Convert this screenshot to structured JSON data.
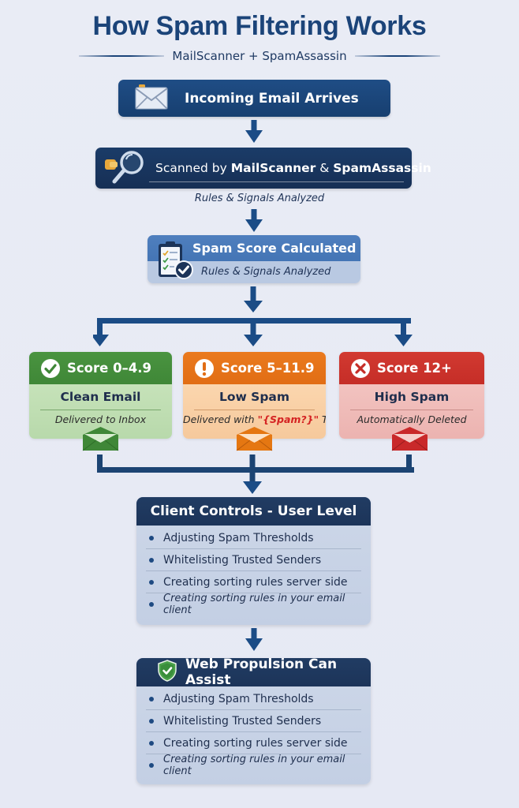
{
  "header": {
    "title": "How Spam Filtering Works",
    "subtitle": "MailScanner + SpamAssassin"
  },
  "steps": {
    "incoming": {
      "label": "Incoming Email Arrives",
      "icon": "envelope-icon"
    },
    "scanned": {
      "prefix": "Scanned by ",
      "product1": "MailScanner",
      "joiner": " & ",
      "product2": "SpamAssassin",
      "icon": "magnifier-icon",
      "caption": "Rules & Signals Analyzed"
    },
    "score": {
      "title": "Spam Score Calculated",
      "subtitle": "Rules & Signals Analyzed",
      "icon": "clipboard-check-icon"
    }
  },
  "outcomes": [
    {
      "score": "Score 0–4.9",
      "name": "Clean Email",
      "desc": "Delivered to Inbox",
      "icon": "check-circle-icon",
      "color": "#3f8737"
    },
    {
      "score": "Score 5–11.9",
      "name": "Low Spam",
      "desc_prefix": "Delivered with ",
      "desc_tag": "\"{Spam?}\"",
      "desc_suffix": " Tag",
      "icon": "exclamation-circle-icon",
      "color": "#e16d14"
    },
    {
      "score": "Score 12+",
      "name": "High Spam",
      "desc": "Automatically Deleted",
      "icon": "x-circle-icon",
      "color": "#c52d27"
    }
  ],
  "client_controls": {
    "title": "Client Controls - User Level",
    "items": [
      "Adjusting Spam Thresholds",
      "Whitelisting Trusted Senders",
      "Creating sorting rules server side",
      "Creating sorting rules in your email client"
    ]
  },
  "web_propulsion": {
    "title": "Web Propulsion Can Assist",
    "icon": "shield-check-icon",
    "items": [
      "Adjusting Spam Thresholds",
      "Whitelisting Trusted Senders",
      "Creating sorting rules server side",
      "Creating sorting rules in your email client"
    ]
  },
  "colors": {
    "primary_navy": "#1b4479",
    "dark_navy": "#1c3459",
    "score_blue": "#4475b5",
    "green": "#3f8737",
    "orange": "#e16d14",
    "red": "#c52d27",
    "background": "#e8ebf5"
  }
}
